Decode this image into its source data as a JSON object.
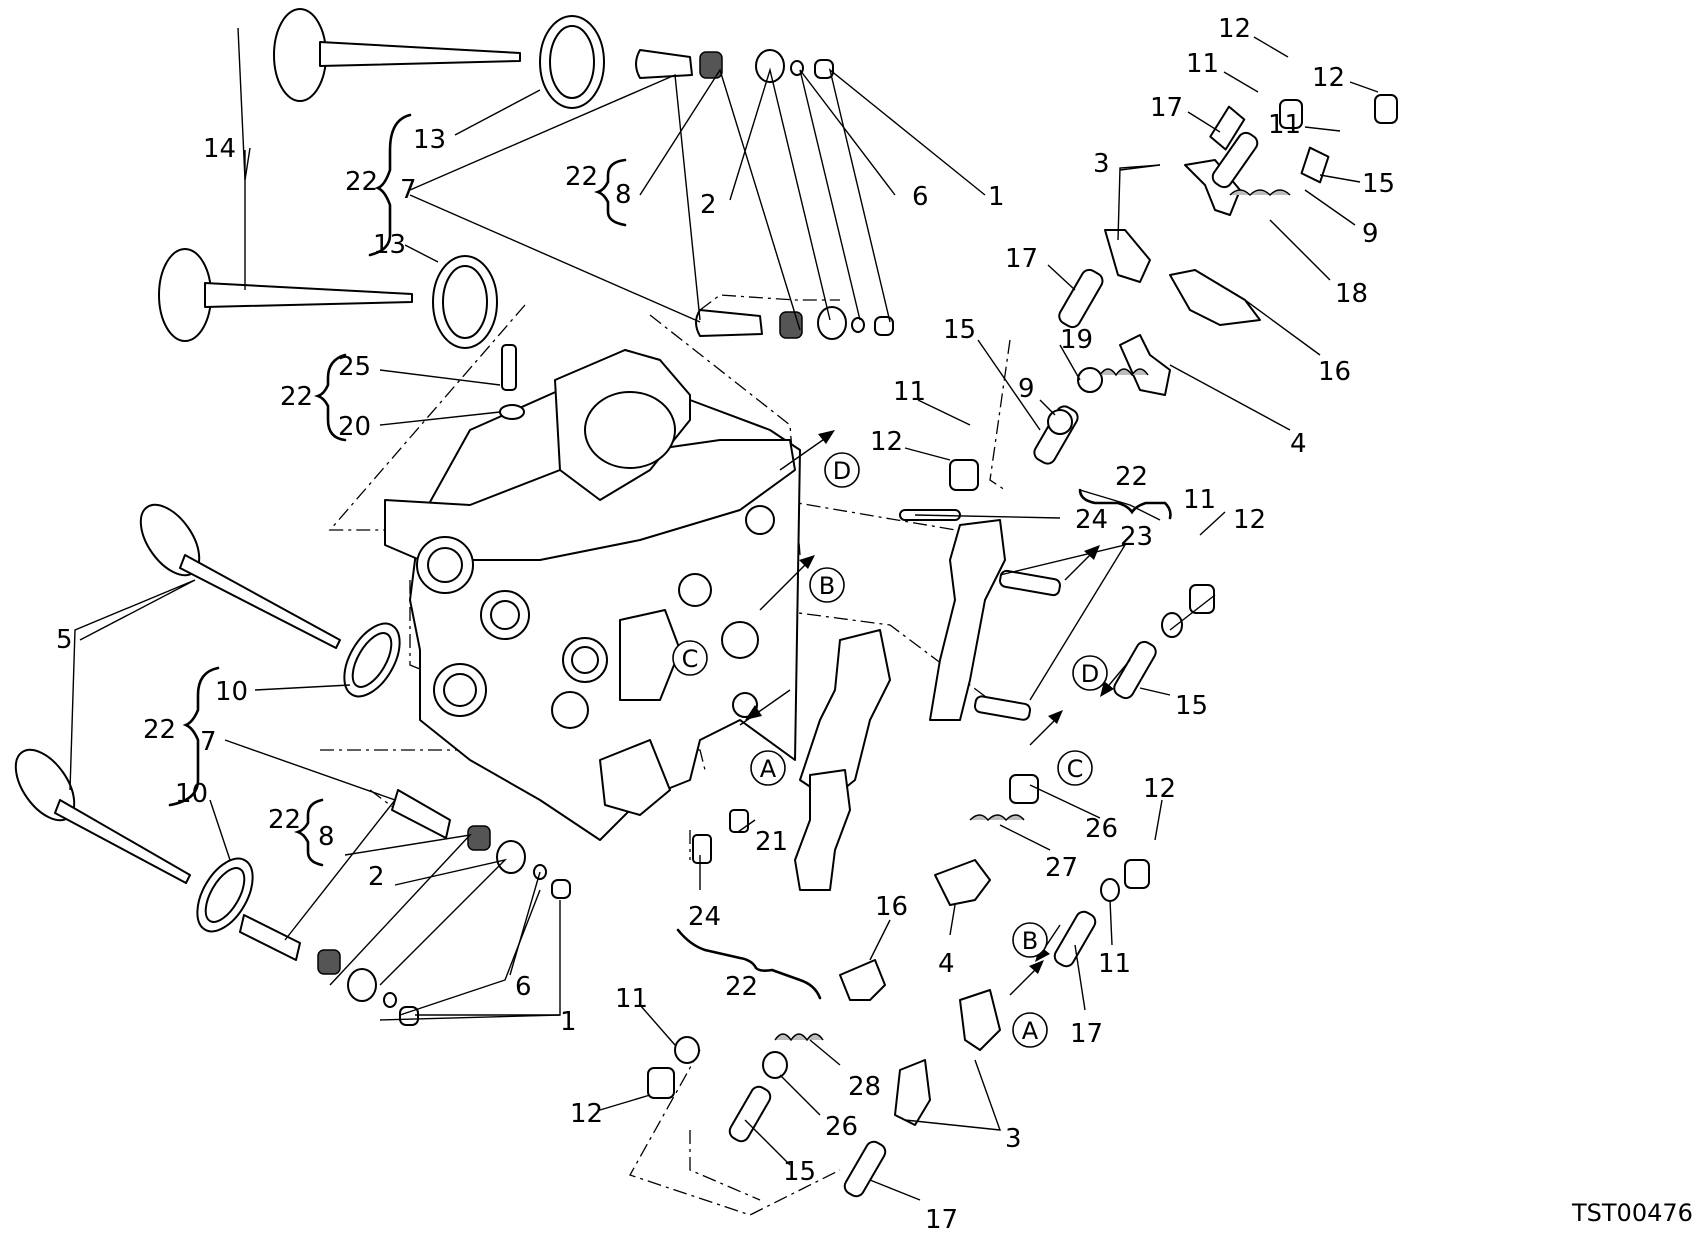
{
  "diagram_code": "TST00476",
  "callouts": [
    {
      "id": "c1",
      "text": "12"
    },
    {
      "id": "c2",
      "text": "11"
    },
    {
      "id": "c3",
      "text": "12"
    },
    {
      "id": "c4",
      "text": "17"
    },
    {
      "id": "c5",
      "text": "11"
    },
    {
      "id": "c6",
      "text": "15"
    },
    {
      "id": "c7",
      "text": "3"
    },
    {
      "id": "c8",
      "text": "9"
    },
    {
      "id": "c9",
      "text": "18"
    },
    {
      "id": "c10",
      "text": "16"
    },
    {
      "id": "c11",
      "text": "17"
    },
    {
      "id": "c12",
      "text": "19"
    },
    {
      "id": "c13",
      "text": "15"
    },
    {
      "id": "c14",
      "text": "11"
    },
    {
      "id": "c15",
      "text": "9"
    },
    {
      "id": "c16",
      "text": "12"
    },
    {
      "id": "c17",
      "text": "4"
    },
    {
      "id": "c18",
      "text": "22"
    },
    {
      "id": "c19",
      "text": "24"
    },
    {
      "id": "c20",
      "text": "23"
    },
    {
      "id": "c21",
      "text": "11"
    },
    {
      "id": "c22",
      "text": "12"
    },
    {
      "id": "c23",
      "text": "15"
    },
    {
      "id": "c24",
      "text": "26"
    },
    {
      "id": "c25",
      "text": "27"
    },
    {
      "id": "c26",
      "text": "12"
    },
    {
      "id": "c27",
      "text": "11"
    },
    {
      "id": "c28",
      "text": "4"
    },
    {
      "id": "c29",
      "text": "17"
    },
    {
      "id": "c30",
      "text": "16"
    },
    {
      "id": "c31",
      "text": "28"
    },
    {
      "id": "c32",
      "text": "26"
    },
    {
      "id": "c33",
      "text": "3"
    },
    {
      "id": "c34",
      "text": "15"
    },
    {
      "id": "c35",
      "text": "17"
    },
    {
      "id": "c36",
      "text": "11"
    },
    {
      "id": "c37",
      "text": "12"
    },
    {
      "id": "c38",
      "text": "22"
    },
    {
      "id": "c39",
      "text": "24"
    },
    {
      "id": "c40",
      "text": "21"
    },
    {
      "id": "c41",
      "text": "14"
    },
    {
      "id": "c42",
      "text": "13"
    },
    {
      "id": "c43",
      "text": "22"
    },
    {
      "id": "c44",
      "text": "7"
    },
    {
      "id": "c45",
      "text": "13"
    },
    {
      "id": "c46",
      "text": "22"
    },
    {
      "id": "c47",
      "text": "8"
    },
    {
      "id": "c48",
      "text": "2"
    },
    {
      "id": "c49",
      "text": "6"
    },
    {
      "id": "c50",
      "text": "1"
    },
    {
      "id": "c51",
      "text": "22"
    },
    {
      "id": "c52",
      "text": "25"
    },
    {
      "id": "c53",
      "text": "20"
    },
    {
      "id": "c54",
      "text": "5"
    },
    {
      "id": "c55",
      "text": "10"
    },
    {
      "id": "c56",
      "text": "22"
    },
    {
      "id": "c57",
      "text": "7"
    },
    {
      "id": "c58",
      "text": "10"
    },
    {
      "id": "c59",
      "text": "22"
    },
    {
      "id": "c60",
      "text": "8"
    },
    {
      "id": "c61",
      "text": "2"
    },
    {
      "id": "c62",
      "text": "6"
    },
    {
      "id": "c63",
      "text": "1"
    }
  ],
  "section_markers": [
    {
      "id": "m1",
      "text": "D"
    },
    {
      "id": "m2",
      "text": "B"
    },
    {
      "id": "m3",
      "text": "C"
    },
    {
      "id": "m4",
      "text": "A"
    },
    {
      "id": "m5",
      "text": "D"
    },
    {
      "id": "m6",
      "text": "C"
    },
    {
      "id": "m7",
      "text": "B"
    },
    {
      "id": "m8",
      "text": "A"
    }
  ]
}
